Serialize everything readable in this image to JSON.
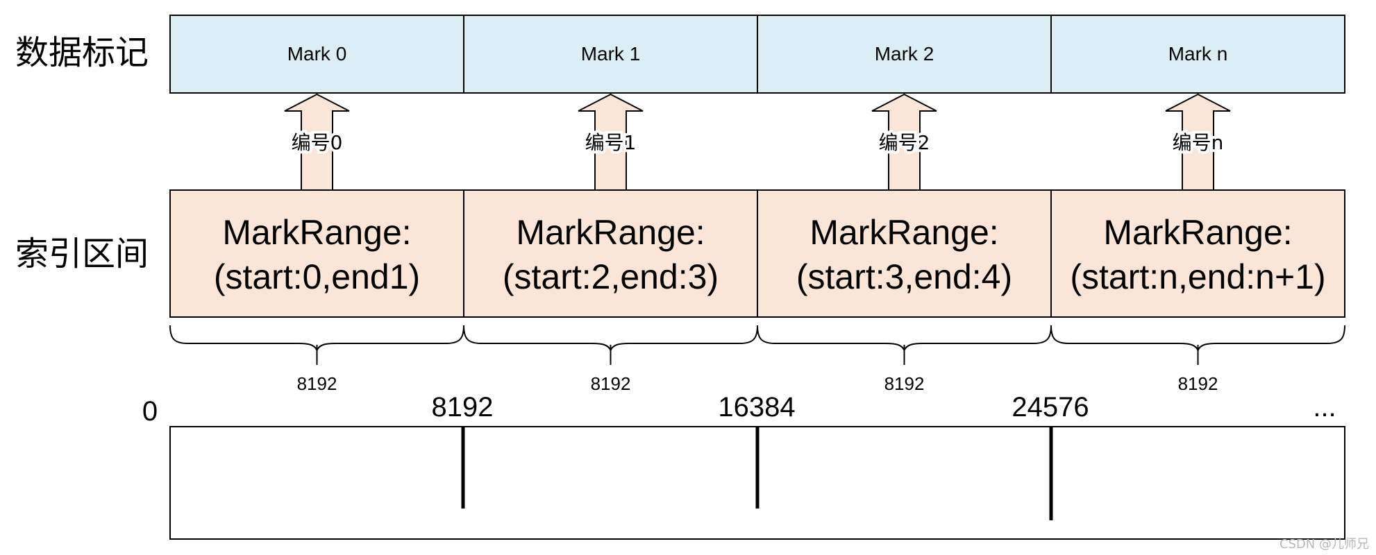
{
  "row_labels": {
    "data_marks": "数据标记",
    "index_ranges": "索引区间"
  },
  "marks": [
    {
      "label": "Mark 0",
      "number": "编号0",
      "range_title": "MarkRange:",
      "range_value": "(start:0,end1)",
      "granule_size": "8192"
    },
    {
      "label": "Mark 1",
      "number": "编号1",
      "range_title": "MarkRange:",
      "range_value": "(start:2,end:3)",
      "granule_size": "8192"
    },
    {
      "label": "Mark 2",
      "number": "编号2",
      "range_title": "MarkRange:",
      "range_value": "(start:3,end:4)",
      "granule_size": "8192"
    },
    {
      "label": "Mark n",
      "number": "编号n",
      "range_title": "MarkRange:",
      "range_value": "(start:n,end:n+1)",
      "granule_size": "8192"
    }
  ],
  "offsets": [
    "0",
    "8192",
    "16384",
    "24576",
    "..."
  ],
  "watermark": "CSDN @儿师兄",
  "colors": {
    "mark_fill": "#dbeef4",
    "range_fill": "#fbe5d6",
    "stroke": "#000000",
    "watermark": "#b8b8b8"
  }
}
